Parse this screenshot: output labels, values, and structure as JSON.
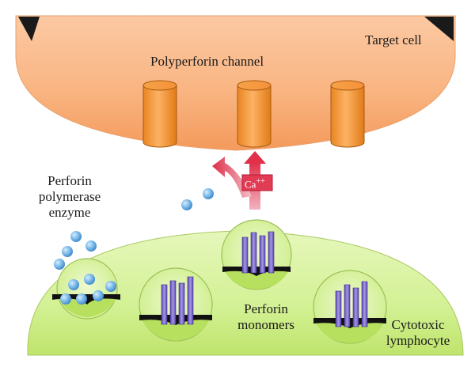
{
  "diagram": {
    "labels": {
      "target_cell": "Target cell",
      "polyperforin_channel": "Polyperforin channel",
      "perforin_polymerase_enzyme": [
        "Perforin",
        "polymerase",
        "enzyme"
      ],
      "ion": "Ca",
      "ion_charge": "++",
      "perforin_monomers": [
        "Perforin",
        "monomers"
      ],
      "cytotoxic_lymphocyte": [
        "Cytotoxic",
        "lymphocyte"
      ]
    },
    "colors": {
      "target_cell": "#f9b582",
      "channel": "#f39a3c",
      "lymphocyte": "#d6f29a",
      "vesicle_fill": "#b6e05e",
      "monomer": "#7b68c9",
      "enzyme_bead": "#6fb2ea",
      "calcium_arrow": "#e0304a"
    },
    "icons": [
      "calcium-ion-box",
      "efflux-arrow",
      "perforin-monomer-rod",
      "enzyme-bead"
    ]
  }
}
